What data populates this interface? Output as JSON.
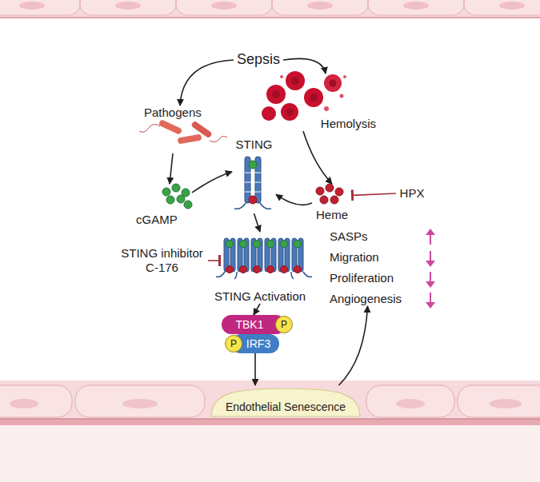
{
  "diagram": {
    "nodes": [
      {
        "text": [
          "Sepsis"
        ]
      },
      {
        "text": [
          "Pathogens"
        ]
      },
      {
        "text": [
          "Hemolysis"
        ]
      },
      {
        "text": [
          "cGAMP"
        ]
      },
      {
        "text": [
          "STING"
        ]
      },
      {
        "text": [
          "Heme"
        ]
      },
      {
        "text": [
          "HPX"
        ]
      },
      {
        "text": [
          "STING inhibitor C-176"
        ]
      },
      {
        "text": [
          "STING Activation"
        ]
      },
      {
        "text": [
          "TBK1"
        ]
      },
      {
        "text": [
          "P"
        ],
        "in": 9
      },
      {
        "text": [
          "IRF3"
        ]
      },
      {
        "text": [
          "P"
        ],
        "in": 11
      },
      {
        "text": [
          "Endothelial Senescence"
        ]
      },
      {
        "text": [
          "SASPs",
          "Migration",
          "Proliferation",
          "Angiogenesis"
        ]
      }
    ],
    "edges": [
      {
        "from": 0,
        "to": 1,
        "arrow": "to"
      },
      {
        "from": 0,
        "to": 2,
        "arrow": "to"
      },
      {
        "from": 1,
        "to": 3,
        "arrow": "to"
      },
      {
        "from": 3,
        "to": 4,
        "arrow": "to"
      },
      {
        "from": 2,
        "to": 5,
        "arrow": "to"
      },
      {
        "from": 5,
        "to": 4,
        "arrow": "to"
      },
      {
        "from": 6,
        "to": 5,
        "arrow": "to"
      },
      {
        "from": 4,
        "to": 8,
        "arrow": "to"
      },
      {
        "from": 7,
        "to": 8,
        "arrow": "to"
      },
      {
        "from": 8,
        "to": 9,
        "arrow": "to"
      },
      {
        "from": 11,
        "to": 13,
        "arrow": "to"
      },
      {
        "from": 13,
        "to": 14,
        "arrow": "to"
      }
    ]
  }
}
